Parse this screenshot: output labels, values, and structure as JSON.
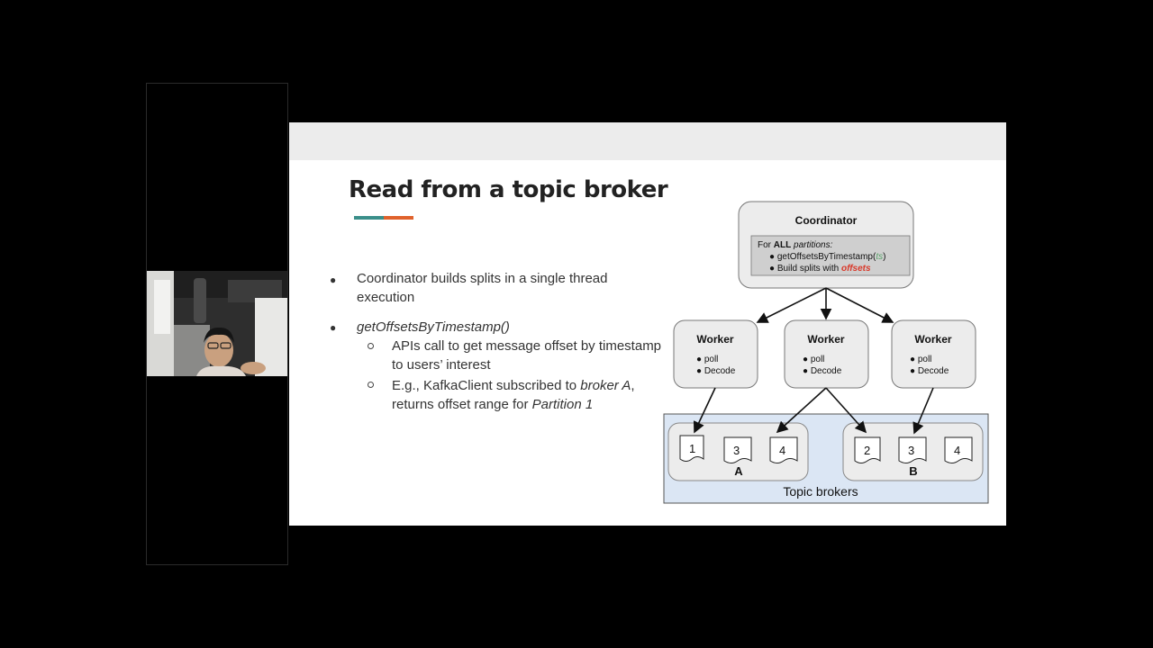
{
  "slide": {
    "title": "Read from a topic broker",
    "accent_colors": [
      "#3a8f8a",
      "#e0622c"
    ],
    "bullets": [
      {
        "text_line1": "Coordinator builds splits in a single thread",
        "text_line2": "execution"
      },
      {
        "text": "getOffsetsByTimestamp()"
      }
    ],
    "sub_bullets": [
      {
        "line1": "APIs call to get message offset by timestamp",
        "line2": "to users’ interest"
      },
      {
        "line1_prefix": "E.g., KafkaClient subscribed to ",
        "line1_em": "broker A",
        "line1_suffix": ",",
        "line2_prefix": "returns offset range for ",
        "line2_em": "Partition 1"
      }
    ]
  },
  "diagram": {
    "coordinator": {
      "title": "Coordinator",
      "note_prefix": "For ",
      "note_bold": "ALL",
      "note_suffix": " partitions:",
      "item1_prefix": "getOffsetsByTimestamp(",
      "item1_arg": "ts",
      "item1_suffix": ")",
      "item2_prefix": "Build splits with ",
      "item2_em": "offsets",
      "arg_color": "#5aa36a",
      "em_color": "#d93a2b"
    },
    "workers": [
      {
        "title": "Worker",
        "items": [
          "poll",
          "Decode"
        ]
      },
      {
        "title": "Worker",
        "items": [
          "poll",
          "Decode"
        ]
      },
      {
        "title": "Worker",
        "items": [
          "poll",
          "Decode"
        ]
      }
    ],
    "brokers": {
      "label": "Topic brokers",
      "groups": [
        {
          "name": "A",
          "partitions": [
            "1",
            "3",
            "4"
          ]
        },
        {
          "name": "B",
          "partitions": [
            "2",
            "3",
            "4"
          ]
        }
      ],
      "bg_color": "#dbe6f4"
    }
  }
}
